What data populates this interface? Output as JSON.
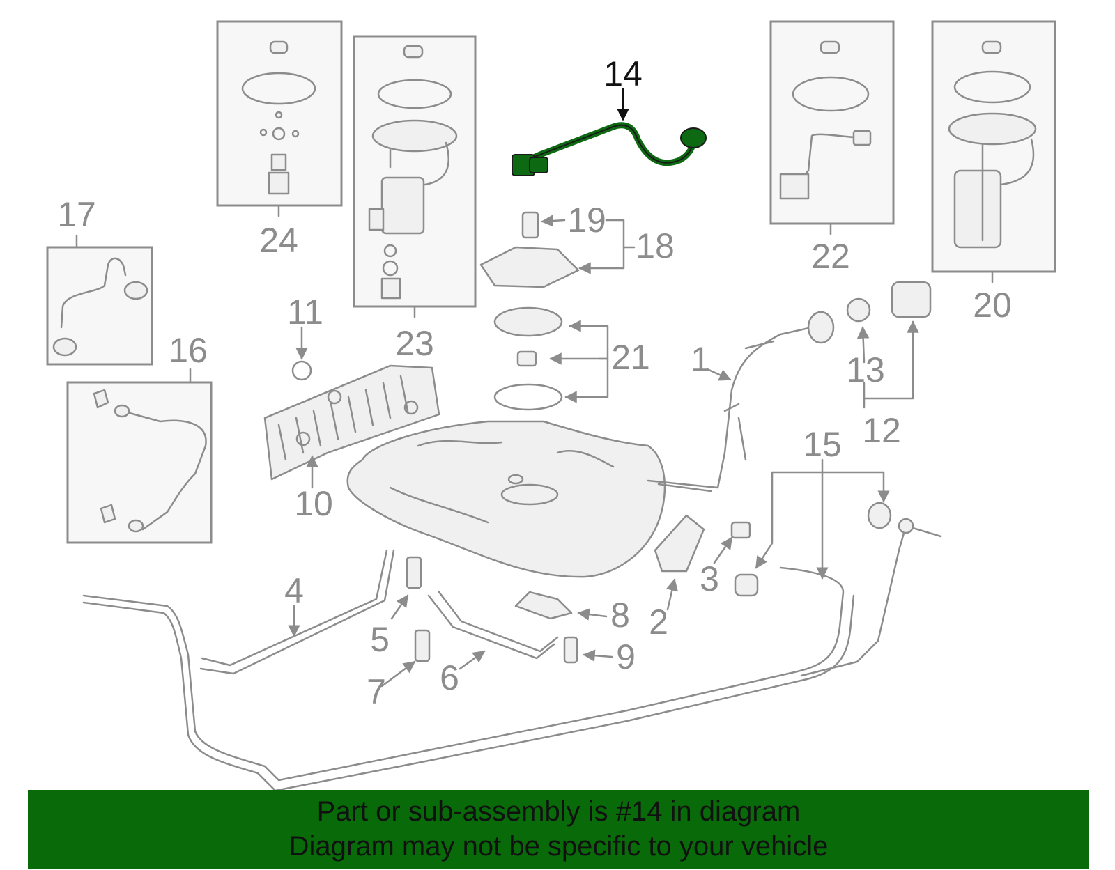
{
  "callouts": {
    "c1": "1",
    "c2": "2",
    "c3": "3",
    "c4": "4",
    "c5": "5",
    "c6": "6",
    "c7": "7",
    "c8": "8",
    "c9": "9",
    "c10": "10",
    "c11": "11",
    "c12": "12",
    "c13": "13",
    "c14": "14",
    "c15": "15",
    "c16": "16",
    "c17": "17",
    "c18": "18",
    "c19": "19",
    "c20": "20",
    "c21": "21",
    "c22": "22",
    "c23": "23",
    "c24": "24"
  },
  "highlighted_part": "14",
  "banner": {
    "line1": "Part or sub-assembly is #14 in diagram",
    "line2": "Diagram may not be specific to your vehicle"
  },
  "colors": {
    "banner_bg": "#086a08",
    "highlight": "#0e6a12",
    "line_art": "#8c8c8c"
  }
}
